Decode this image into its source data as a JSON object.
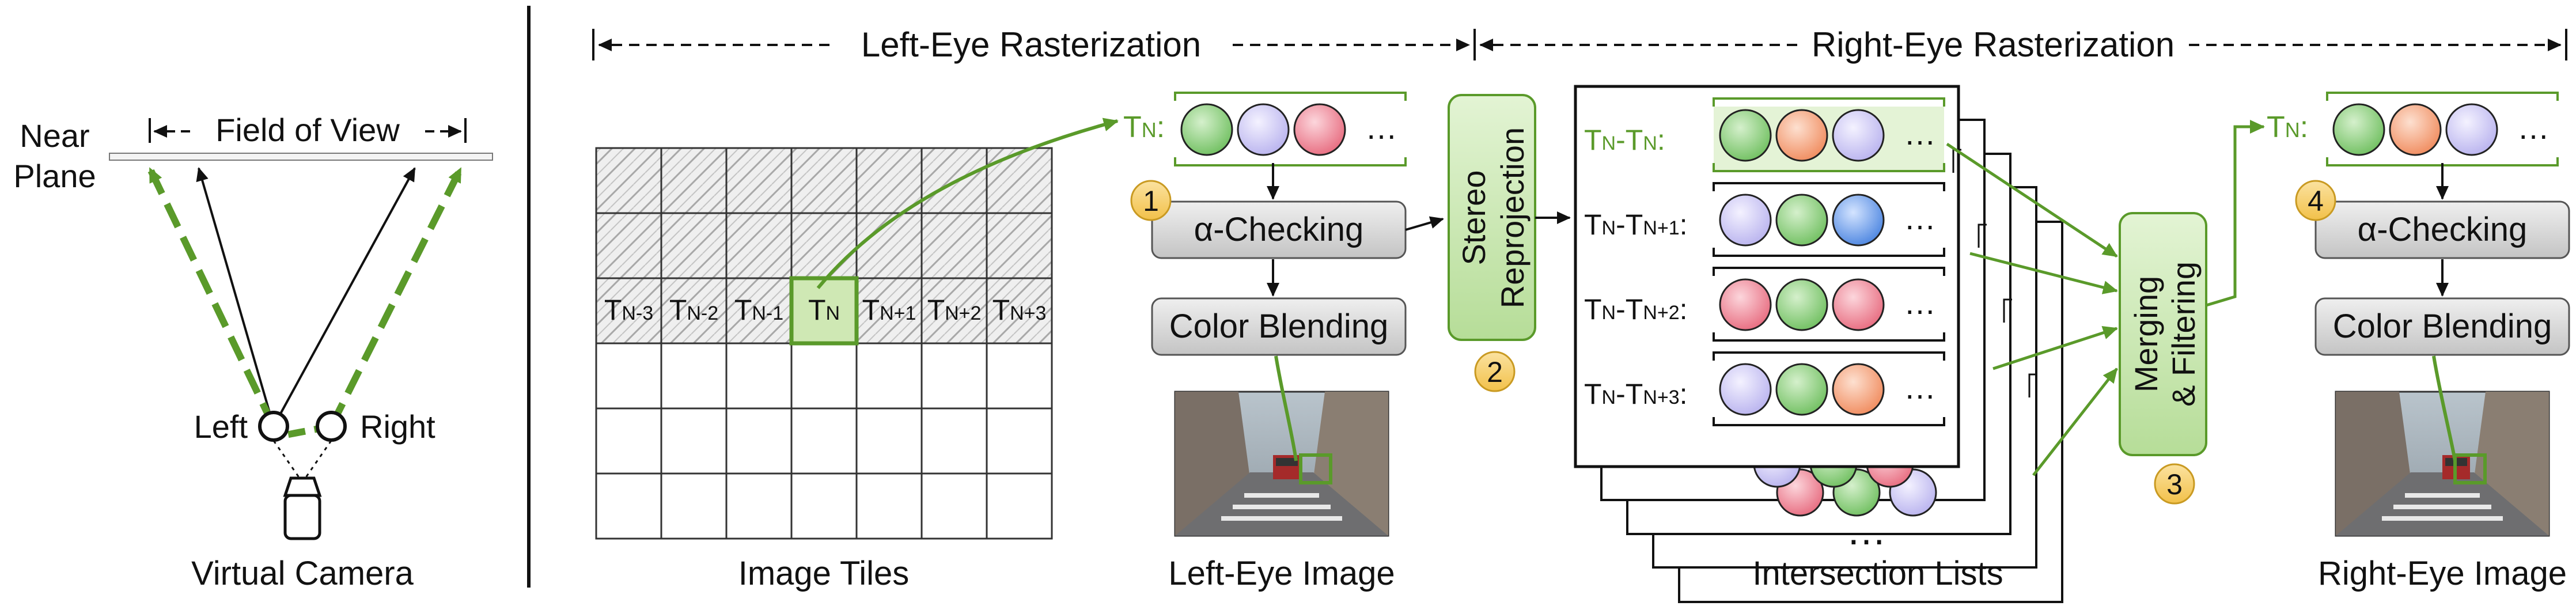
{
  "colors": {
    "green": "#5a9a2a",
    "green_fill": "#cfe8b4",
    "green_box": "#c8e6b0",
    "orange_badge": "#f6cf68",
    "gray_box": "#d4d4d4",
    "ball_green": "#8fcf7f",
    "ball_lavender": "#d6d2f6",
    "ball_pink": "#f08e9c",
    "ball_orange": "#f4a37e",
    "ball_blue": "#6a9ce8"
  },
  "camera": {
    "near_plane": [
      "Near",
      "Plane"
    ],
    "field_of_view": "Field of View",
    "left": "Left",
    "right": "Right",
    "caption": "Virtual Camera"
  },
  "headers": {
    "left_eye": "Left-Eye Rasterization",
    "right_eye": "Right-Eye Rasterization"
  },
  "tiles": {
    "caption": "Image Tiles",
    "row_labels": [
      {
        "base": "T",
        "sub": "N-3"
      },
      {
        "base": "T",
        "sub": "N-2"
      },
      {
        "base": "T",
        "sub": "N-1"
      },
      {
        "base": "T",
        "sub": "N"
      },
      {
        "base": "T",
        "sub": "N+1"
      },
      {
        "base": "T",
        "sub": "N+2"
      },
      {
        "base": "T",
        "sub": "N+3"
      }
    ]
  },
  "left_pipeline": {
    "list_label": {
      "base": "T",
      "sub": "N",
      "suffix": ":"
    },
    "ellipsis": "…",
    "badge": "1",
    "alpha": "α-Checking",
    "blend": "Color Blending",
    "caption": "Left-Eye Image"
  },
  "stereo": {
    "lines": [
      "Stereo",
      "Reprojection"
    ],
    "badge": "2"
  },
  "intersection": {
    "caption": "Intersection Lists",
    "ellipsis": "…",
    "more": "…",
    "rows": [
      {
        "label": [
          {
            "base": "T",
            "sub": "N"
          },
          {
            "sep": "-"
          },
          {
            "base": "T",
            "sub": "N"
          },
          {
            "sep": ":"
          }
        ],
        "balls": [
          "ball_green",
          "ball_orange",
          "ball_lavender"
        ],
        "highlight": true
      },
      {
        "label": [
          {
            "base": "T",
            "sub": "N"
          },
          {
            "sep": "-"
          },
          {
            "base": "T",
            "sub": "N+1"
          },
          {
            "sep": ":"
          }
        ],
        "balls": [
          "ball_lavender",
          "ball_green",
          "ball_blue"
        ],
        "highlight": false
      },
      {
        "label": [
          {
            "base": "T",
            "sub": "N"
          },
          {
            "sep": "-"
          },
          {
            "base": "T",
            "sub": "N+2"
          },
          {
            "sep": ":"
          }
        ],
        "balls": [
          "ball_pink",
          "ball_green",
          "ball_pink"
        ],
        "highlight": false
      },
      {
        "label": [
          {
            "base": "T",
            "sub": "N"
          },
          {
            "sep": "-"
          },
          {
            "base": "T",
            "sub": "N+3"
          },
          {
            "sep": ":"
          }
        ],
        "balls": [
          "ball_lavender",
          "ball_green",
          "ball_orange"
        ],
        "highlight": false
      }
    ]
  },
  "merge": {
    "lines": [
      "Merging",
      "& Filtering"
    ],
    "badge": "3"
  },
  "right_pipeline": {
    "list_label": {
      "base": "T",
      "sub": "N",
      "suffix": ":"
    },
    "ellipsis": "…",
    "badge": "4",
    "alpha": "α-Checking",
    "blend": "Color Blending",
    "caption": "Right-Eye Image"
  }
}
